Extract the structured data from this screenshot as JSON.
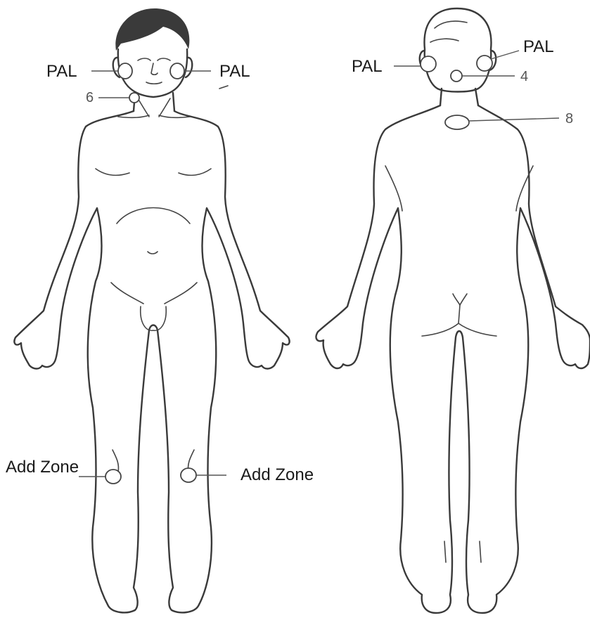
{
  "labels": {
    "front_ear_left": "PAL",
    "front_ear_right": "PAL",
    "front_neck": "6",
    "front_knee_left": "Add Zone",
    "front_knee_right": "Add Zone",
    "back_ear_left": "PAL",
    "back_ear_right": "PAL",
    "back_neck": "4",
    "back_upper": "8"
  }
}
